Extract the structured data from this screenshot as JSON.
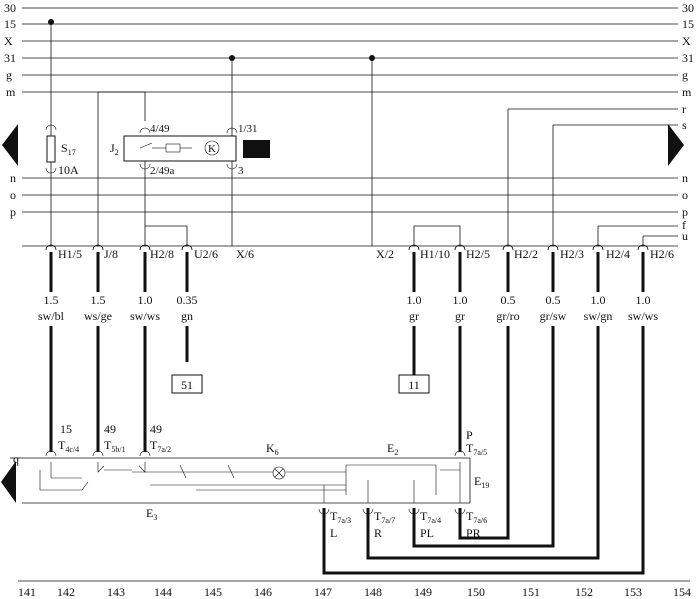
{
  "bus_lines": [
    {
      "label": "30"
    },
    {
      "label": "15"
    },
    {
      "label": "X"
    },
    {
      "label": "31"
    },
    {
      "label": "g"
    },
    {
      "label": "m"
    },
    {
      "label": "n"
    },
    {
      "label": "o"
    },
    {
      "label": "p"
    }
  ],
  "right_only_lines": [
    {
      "label": "r"
    },
    {
      "label": "s"
    },
    {
      "label": "f"
    },
    {
      "label": "u"
    }
  ],
  "fuse": {
    "name": "S",
    "sub": "17",
    "rating": "10A"
  },
  "relay": {
    "name": "J",
    "sub": "2",
    "pin_top": "4/49",
    "pin_bottom": "2/49a",
    "pin_right_top": "1/31",
    "pin_right_bottom": "3",
    "symbol": "K"
  },
  "connectors": [
    {
      "label": "H1/5"
    },
    {
      "label": "J/8"
    },
    {
      "label": "H2/8"
    },
    {
      "label": "U2/6"
    },
    {
      "label": "X/6"
    },
    {
      "label": "X/2"
    },
    {
      "label": "H1/10"
    },
    {
      "label": "H2/5"
    },
    {
      "label": "H2/2"
    },
    {
      "label": "H2/3"
    },
    {
      "label": "H2/4"
    },
    {
      "label": "H2/6"
    }
  ],
  "wires": [
    {
      "size": "1.5",
      "color": "sw/bl"
    },
    {
      "size": "1.5",
      "color": "ws/ge"
    },
    {
      "size": "1.0",
      "color": "sw/ws"
    },
    {
      "size": "0.35",
      "color": "gn"
    },
    {
      "size": "1.0",
      "color": "gr"
    },
    {
      "size": "1.0",
      "color": "gr"
    },
    {
      "size": "0.5",
      "color": "gr/ro"
    },
    {
      "size": "0.5",
      "color": "gr/sw"
    },
    {
      "size": "1.0",
      "color": "sw/gn"
    },
    {
      "size": "1.0",
      "color": "sw/ws"
    }
  ],
  "refs": [
    {
      "label": "51"
    },
    {
      "label": "11"
    }
  ],
  "switch_pins_top": [
    {
      "num": "15",
      "name": "T",
      "sub": "4c/4"
    },
    {
      "num": "49",
      "name": "T",
      "sub": "5b/1"
    },
    {
      "num": "49",
      "name": "T",
      "sub": "7a/2"
    },
    {
      "num": "P",
      "name": "T",
      "sub": "7a/5"
    }
  ],
  "switch_pins_bottom": [
    {
      "name": "T",
      "sub": "7a/3",
      "letter": "L"
    },
    {
      "name": "T",
      "sub": "7a/7",
      "letter": "R"
    },
    {
      "name": "T",
      "sub": "7a/4",
      "letter": "PL"
    },
    {
      "name": "T",
      "sub": "7a/6",
      "letter": "PR"
    }
  ],
  "components": {
    "k6": {
      "name": "K",
      "sub": "6"
    },
    "e2": {
      "name": "E",
      "sub": "2"
    },
    "e19": {
      "name": "E",
      "sub": "19"
    },
    "e3": {
      "name": "E",
      "sub": "3"
    },
    "q": "q"
  },
  "footer_numbers": [
    "141",
    "142",
    "143",
    "144",
    "145",
    "146",
    "147",
    "148",
    "149",
    "150",
    "151",
    "152",
    "153",
    "154"
  ]
}
